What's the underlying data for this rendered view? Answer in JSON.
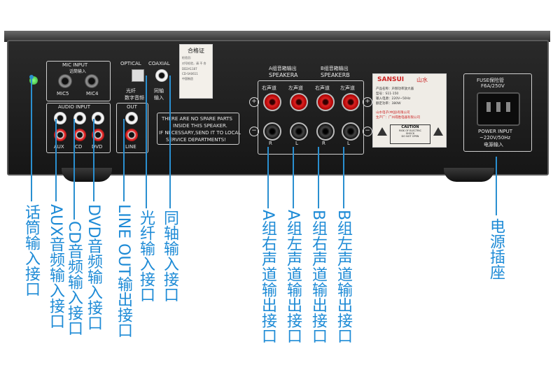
{
  "device": {
    "mic_input": {
      "title": "MIC INPUT",
      "subtitle": "话筒输入",
      "left": "MIC5",
      "right": "MIC4"
    },
    "audio_input": {
      "title": "AUDIO INPUT",
      "labels": [
        "AUX",
        "CD",
        "DVD"
      ]
    },
    "optical": "OPTICAL",
    "coaxial": "COAXIAL",
    "optical_cn": "光纤",
    "digital_cn": "数字音频",
    "coaxial_cn": "同轴",
    "input_cn": "输入",
    "out": {
      "title": "OUT",
      "label": "LINE"
    },
    "cert": {
      "title": "合格证",
      "lines": [
        "检验员:",
        "对号检验，请 不 合",
        "DD2A1187",
        "CD-SA0611",
        "中国制造"
      ]
    },
    "warning": [
      "THERE ARE NO SPARE PARTS",
      "INSIDE THIS SPEAKER.",
      "IF NECESSARY,SEND IT TO LOCAL",
      "SERVICE DEPARTMENTS!"
    ],
    "speaker_a": {
      "cn": "A组音箱输出",
      "en": "SPEAKERA",
      "right_cn": "右声道",
      "left_cn": "左声道",
      "r": "R",
      "l": "L"
    },
    "speaker_b": {
      "cn": "B组音箱输出",
      "en": "SPEAKERB",
      "right_cn": "右声道",
      "left_cn": "左声道",
      "r": "R",
      "l": "L"
    },
    "brand": "SANSUI",
    "brand_cn": "山水",
    "spec": [
      "产品名称：声频功率放大器",
      "型号：S11-150",
      "输入电源：220V~50Hz",
      "额定功率：380W"
    ],
    "maker": [
      "山水电子(中国)有限公司",
      "生产厂：广州得胜电器有限公司"
    ],
    "caution": {
      "title": "CAUTION",
      "line1": "RISK OF ELECTRIC",
      "line2": "SHOCK",
      "line3": "DO NOT OPEN"
    },
    "fuse": {
      "cn": "FUSE保险管",
      "value": "F6A/250V"
    },
    "power": {
      "en": "POWER INPUT",
      "value": "~220V/50Hz",
      "cn": "电源输入"
    }
  },
  "callouts": [
    "话筒输入接口",
    "AUX音频输入接口",
    "CD音频输入接口",
    "DVD音频输入接口",
    "LINE OUT输出接口",
    "光纤输入接口",
    "同轴输入接口",
    "A组右声道输出接口",
    "A组左声道输出接口",
    "B组右声道输出接口",
    "B组左声道输出接口",
    "电源插座"
  ],
  "colors": {
    "callout": "#1e8bd6",
    "chassis": "#1c1c1c",
    "panel_line": "#cfcfcf"
  }
}
